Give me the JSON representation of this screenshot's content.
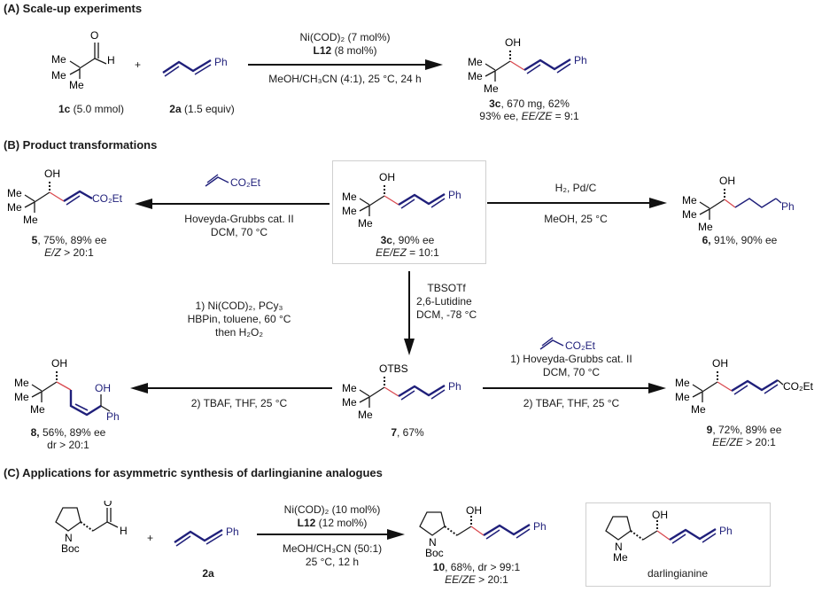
{
  "sections": {
    "A": {
      "title": "(A) Scale-up experiments"
    },
    "B": {
      "title": "(B) Product transformations"
    },
    "C": {
      "title": "(C) Applications for asymmetric synthesis of darlingianine analogues"
    }
  },
  "colors": {
    "blue_bond": "#1f1f7a",
    "red_bond": "#d9484e",
    "box_border": "#cfcfcf"
  },
  "atoms": {
    "me": "Me",
    "oh": "OH",
    "o": "O",
    "h": "H",
    "ph": "Ph",
    "otbs": "OTBS",
    "co2et": "CO₂Et",
    "n": "N",
    "boc": "Boc",
    "plus": "+"
  },
  "schemeA": {
    "sm1_label_bold": "1c",
    "sm1_label_rest": " (5.0 mmol)",
    "sm2_label_bold": "2a",
    "sm2_label_rest": " (1.5 equiv)",
    "cond_line1": "Ni(COD)₂ (7 mol%)",
    "cond_line2_bold": "L12",
    "cond_line2_rest": " (8 mol%)",
    "cond_line3": "MeOH/CH₃CN (4:1), 25 °C, 24 h",
    "product_line1_bold": "3c",
    "product_line1_rest": ", 670 mg, 62%",
    "product_line2_a": "93% ee, ",
    "product_line2_italic": "EE/ZE",
    "product_line2_b": " = 9:1"
  },
  "schemeB": {
    "center_label_bold": "3c",
    "center_label_rest": ", 90% ee",
    "center_ratio_italic": "EE/EZ",
    "center_ratio_rest": " = 10:1",
    "left_reagent": "CO₂Et",
    "left_cond1": "Hoveyda-Grubbs cat. II",
    "left_cond2": "DCM, 70 °C",
    "p5_line1_bold": "5",
    "p5_line1_rest": ", 75%, 89% ee",
    "p5_line2_italic": "E/Z",
    "p5_line2_rest": " > 20:1",
    "right_cond1": "H₂, Pd/C",
    "right_cond2": "MeOH, 25 °C",
    "p6_line1_bold": "6,",
    "p6_line1_rest": " 91%, 90% ee",
    "down_cond1": "TBSOTf",
    "down_cond2": "2,6-Lutidine",
    "down_cond3": "DCM, -78 °C",
    "p7_bold": "7",
    "p7_rest": ", 67%",
    "ll_cond1": "1) Ni(COD)₂, PCy₃",
    "ll_cond2": "HBPin, toluene, 60 °C",
    "ll_cond3": "then H₂O₂",
    "ll_cond4": "2) TBAF, THF, 25 °C",
    "p8_line1_bold": "8,",
    "p8_line1_rest": " 56%, 89% ee",
    "p8_line2": "dr > 20:1",
    "lr_reagent": "CO₂Et",
    "lr_cond1": "1) Hoveyda-Grubbs cat. II",
    "lr_cond2": "DCM, 70 °C",
    "lr_cond3": "2) TBAF, THF, 25 °C",
    "p9_line1_bold": "9",
    "p9_line1_rest": ", 72%, 89% ee",
    "p9_line2_italic": "EE/ZE",
    "p9_line2_rest": " > 20:1"
  },
  "schemeC": {
    "sm2_label": "2a",
    "cond1": "Ni(COD)₂ (10 mol%)",
    "cond2_bold": "L12",
    "cond2_rest": " (12 mol%)",
    "cond3": "MeOH/CH₃CN (50:1)",
    "cond4": "25 °C, 12 h",
    "p10_line1_bold": "10",
    "p10_line1_rest": ", 68%, dr > 99:1",
    "p10_line2_italic": "EE/ZE",
    "p10_line2_rest": " > 20:1",
    "natural_product": "darlingianine"
  }
}
